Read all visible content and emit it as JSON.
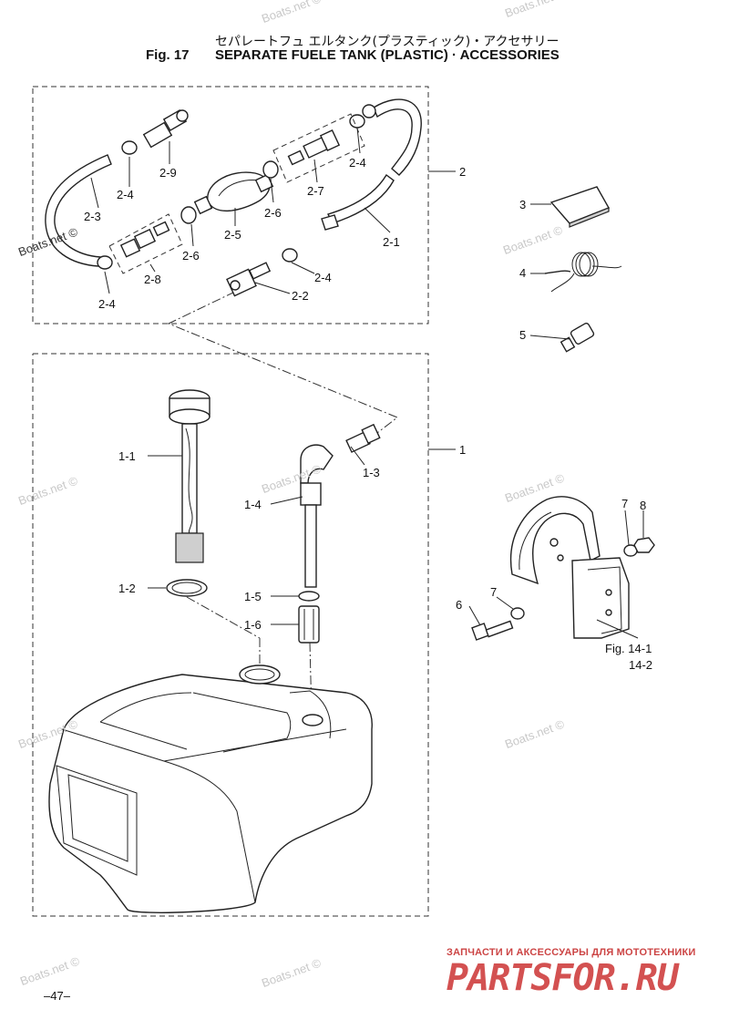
{
  "header": {
    "fig_label": "Fig. 17",
    "title_jp": "セパレートフュ エルタンク(プラスティック)・アクセサリー",
    "title_en": "SEPARATE FUELE TANK (PLASTIC) · ACCESSORIES"
  },
  "watermark": "Boats.net ©",
  "parts": {
    "p1": "1",
    "p1_1": "1-1",
    "p1_2": "1-2",
    "p1_3": "1-3",
    "p1_4": "1-4",
    "p1_5": "1-5",
    "p1_6": "1-6",
    "p2": "2",
    "p2_1": "2-1",
    "p2_2": "2-2",
    "p2_3": "2-3",
    "p2_4": "2-4",
    "p2_5": "2-5",
    "p2_6": "2-6",
    "p2_7": "2-7",
    "p2_8": "2-8",
    "p2_9": "2-9",
    "p3": "3",
    "p4": "4",
    "p5": "5",
    "p6": "6",
    "p7": "7",
    "p8": "8"
  },
  "fig_ref": {
    "line1": "Fig. 14-1",
    "line2": "14-2"
  },
  "footer": {
    "page_number": "–47–",
    "promo_text": "ЗАПЧАСТИ И АКСЕССУАРЫ ДЛЯ МОТОТЕХНИКИ",
    "brand": "PARTSFOR.RU"
  }
}
